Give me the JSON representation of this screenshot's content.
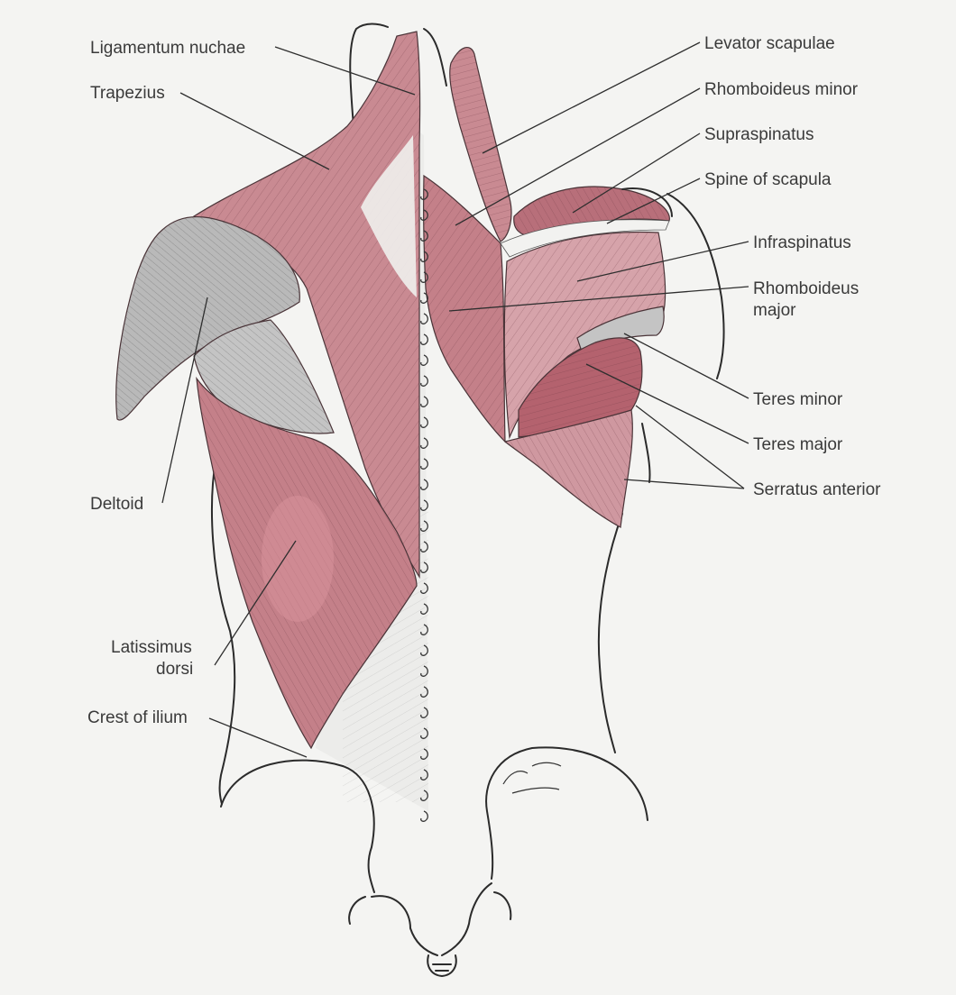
{
  "colors": {
    "background": "#f4f4f2",
    "muscle": "#c98a92",
    "muscle_dark": "#b46a75",
    "muscle_light": "#ddb3b8",
    "tendon": "#e9e9e6",
    "gray_muscle": "#bdbdbd",
    "ink": "#2b2b2b"
  },
  "labels": {
    "ligamentum_nuchae": "Ligamentum nuchae",
    "trapezius": "Trapezius",
    "deltoid": "Deltoid",
    "latissimus_1": "Latissimus",
    "latissimus_2": "dorsi",
    "crest_of_ilium": "Crest of ilium",
    "levator_scapulae": "Levator scapulae",
    "rhomboideus_minor": "Rhomboideus minor",
    "supraspinatus": "Supraspinatus",
    "spine_of_scapula": "Spine of scapula",
    "infraspinatus": "Infraspinatus",
    "rhomboideus_major_1": "Rhomboideus",
    "rhomboideus_major_2": "major",
    "teres_minor": "Teres minor",
    "teres_major": "Teres major",
    "serratus_anterior": "Serratus anterior"
  },
  "icons": {
    "signature": "artist-signature-icon"
  }
}
